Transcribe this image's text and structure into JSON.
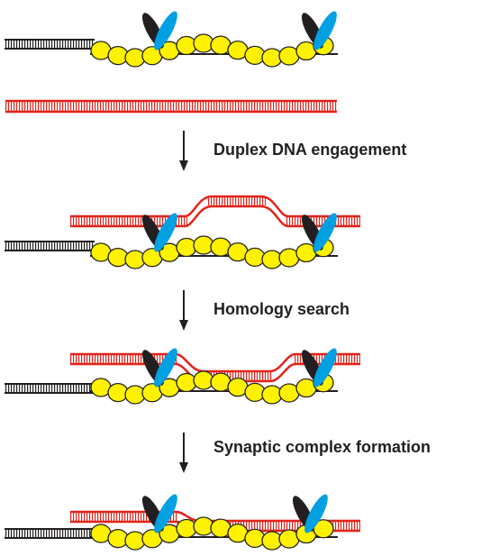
{
  "steps": [
    {
      "label": "Duplex DNA engagement"
    },
    {
      "label": "Homology search"
    },
    {
      "label": "Synaptic complex formation"
    }
  ],
  "colors": {
    "dsDNA": "#231f20",
    "donor_duplex": "#e2231a",
    "protein": "#fff200",
    "protein_outline": "#231f20",
    "blade_dark": "#231f20",
    "blade_light": "#00a0e3",
    "arrow": "#231f20",
    "text": "#231f20"
  },
  "panels": [
    {
      "name": "initial-filament",
      "state": "separate"
    },
    {
      "name": "engagement",
      "state": "engaged"
    },
    {
      "name": "search",
      "state": "searching"
    },
    {
      "name": "synapsis",
      "state": "synapsed"
    }
  ]
}
